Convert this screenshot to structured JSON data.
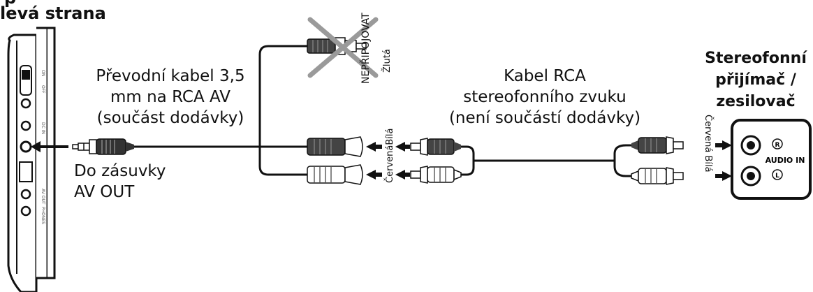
{
  "device": {
    "title_top": "p",
    "title": "levá strana"
  },
  "adapter_cable": {
    "line1": "Převodní kabel 3,5",
    "line2": "mm na RCA AV",
    "line3": "(součást dodávky)"
  },
  "av_out": {
    "line1": "Do zásuvky",
    "line2": "AV OUT"
  },
  "warning": {
    "do_not_connect": "NEPŘIPOJOVAT",
    "yellow": "Žlutá"
  },
  "plug_colors_left": "ČervenáBílá",
  "rca_cable": {
    "line1": "Kabel RCA",
    "line2": "stereofonního zvuku",
    "line3": "(není součástí dodávky)"
  },
  "plug_colors_right": "Červená Bílá",
  "receiver": {
    "line1": "Stereofonní",
    "line2": "přijímač /",
    "line3": "zesilovač",
    "audio_in": "AUDIO IN",
    "jack_r": "R",
    "jack_l": "L"
  }
}
